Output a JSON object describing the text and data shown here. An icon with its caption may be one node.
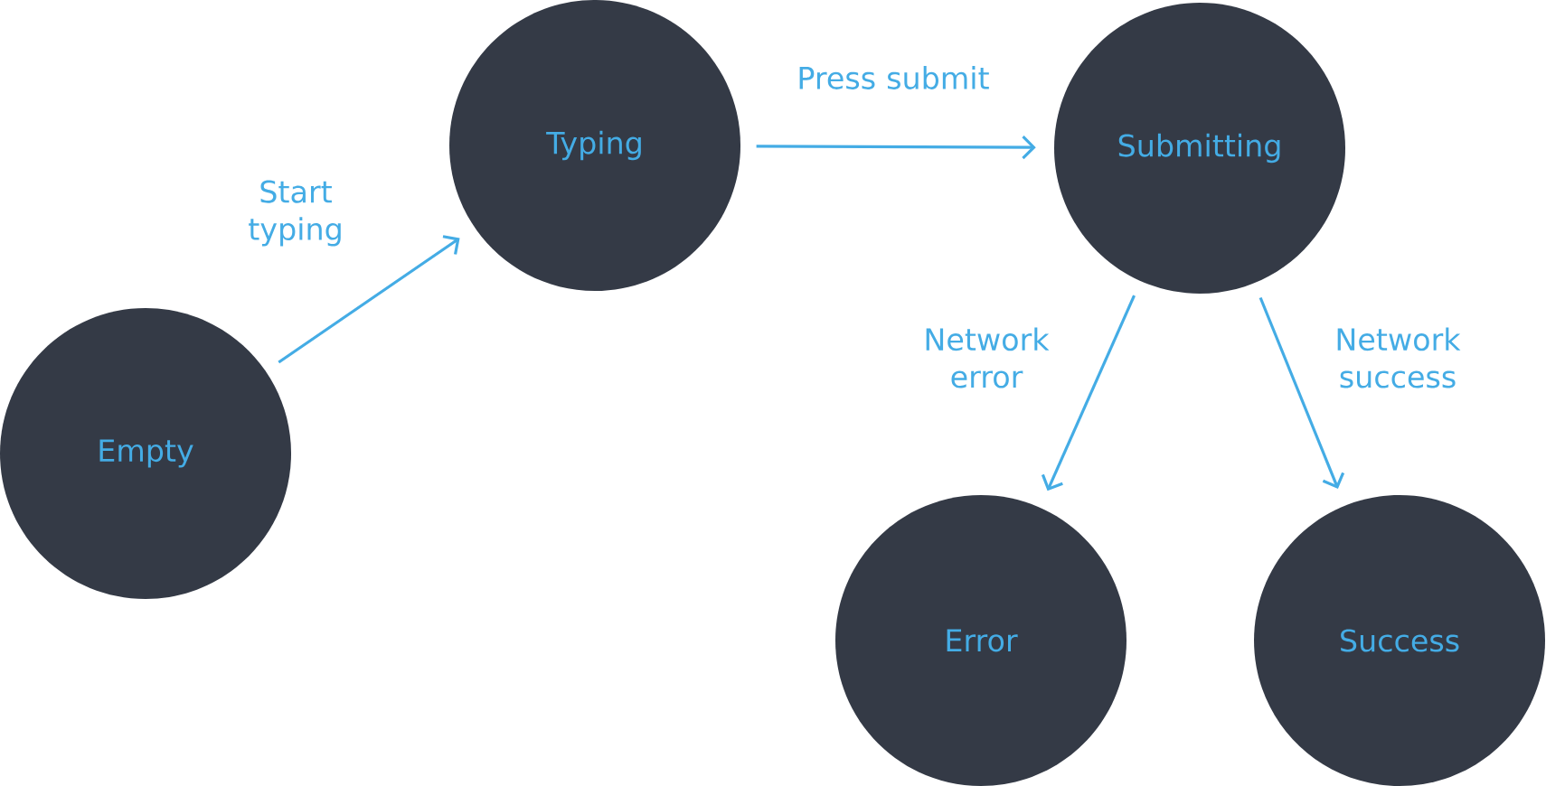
{
  "diagram": {
    "nodes": [
      {
        "text": [
          "Empty"
        ]
      },
      {
        "text": [
          "Typing"
        ]
      },
      {
        "text": [
          "Submitting"
        ]
      },
      {
        "text": [
          "Error"
        ]
      },
      {
        "text": [
          "Success"
        ]
      }
    ],
    "edges": [
      {
        "from": 0,
        "to": 1,
        "arrow": "to",
        "label": "Start typing"
      },
      {
        "from": 1,
        "to": 2,
        "arrow": "to",
        "label": "Press submit"
      },
      {
        "from": 2,
        "to": 3,
        "arrow": "to",
        "label": "Network error"
      },
      {
        "from": 2,
        "to": 4,
        "arrow": "to",
        "label": "Network success"
      }
    ]
  }
}
